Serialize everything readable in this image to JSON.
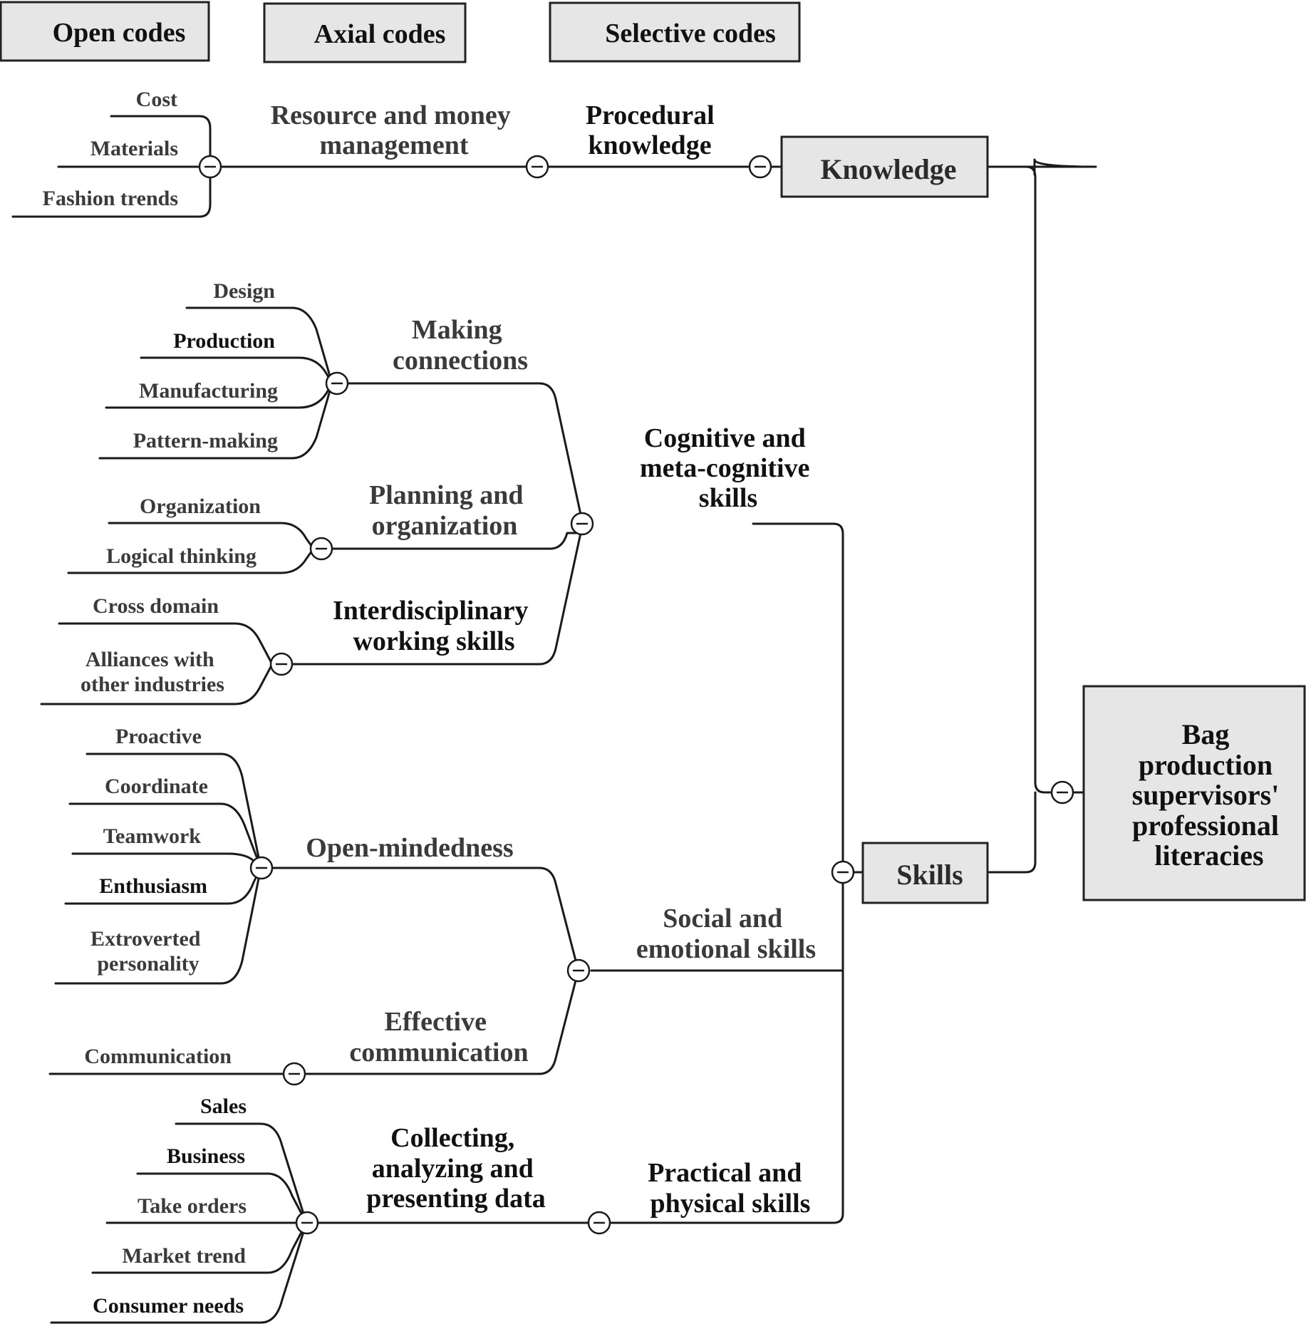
{
  "headers": {
    "open": "Open codes",
    "axial": "Axial codes",
    "selective": "Selective codes"
  },
  "root": {
    "lines": [
      "Bag",
      "production",
      "supervisors'",
      "professional",
      "literacies"
    ]
  },
  "knowledge": {
    "label": "Knowledge",
    "selective": [
      "Procedural",
      "knowledge"
    ],
    "axial": [
      "Resource and money",
      "management"
    ],
    "open": [
      "Cost",
      "Materials",
      "Fashion trends"
    ]
  },
  "skills": {
    "label": "Skills",
    "cognitive": {
      "selective": [
        "Cognitive and",
        "meta-cognitive",
        "skills"
      ],
      "making": {
        "axial": [
          "Making",
          "connections"
        ],
        "open": [
          "Design",
          "Production",
          "Manufacturing",
          "Pattern-making"
        ]
      },
      "planning": {
        "axial": [
          "Planning and",
          "organization"
        ],
        "open": [
          "Organization",
          "Logical thinking"
        ]
      },
      "inter": {
        "axial": [
          "Interdisciplinary",
          "working skills"
        ],
        "open": [
          "Cross domain",
          "Alliances with",
          "other industries"
        ]
      }
    },
    "social": {
      "selective": [
        "Social and",
        "emotional skills"
      ],
      "open_minded": {
        "axial": "Open-mindedness",
        "open": [
          "Proactive",
          "Coordinate",
          "Teamwork",
          "Enthusiasm",
          "Extroverted",
          "personality"
        ]
      },
      "effective": {
        "axial": [
          "Effective",
          "communication"
        ],
        "open": [
          "Communication"
        ]
      }
    },
    "practical": {
      "selective": [
        "Practical and",
        "physical skills"
      ],
      "collecting": {
        "axial": [
          "Collecting,",
          "analyzing and",
          "presenting data"
        ],
        "open": [
          "Sales",
          "Business",
          "Take orders",
          "Market trend",
          "Consumer  needs"
        ]
      }
    }
  }
}
